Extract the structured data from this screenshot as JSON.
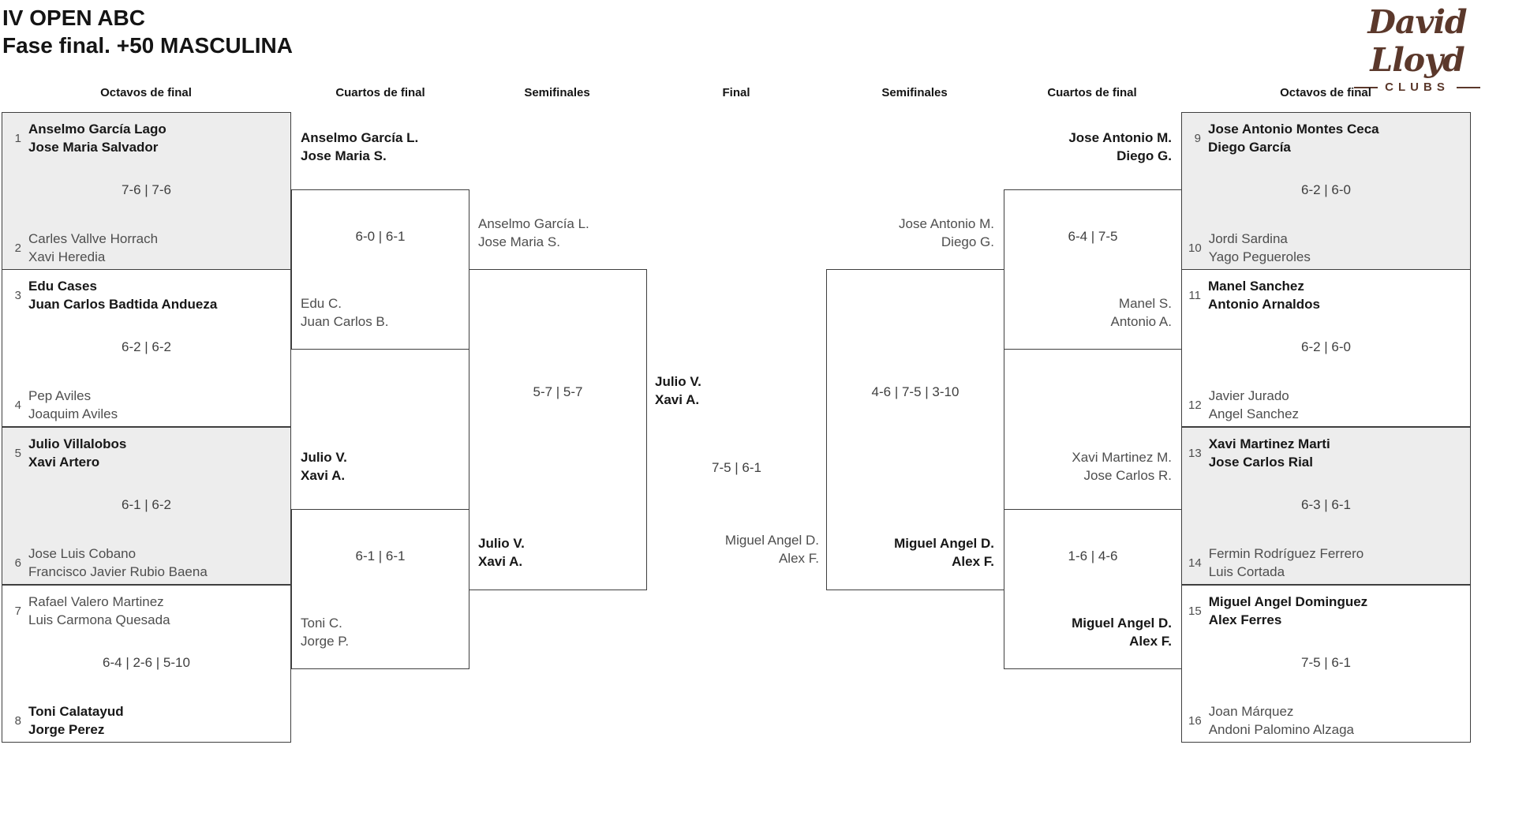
{
  "header": {
    "title_line1": "IV OPEN ABC",
    "title_line2": "Fase final. +50 MASCULINA"
  },
  "logo": {
    "name": "David Lloyd",
    "tagline": "CLUBS",
    "color": "#5b382b"
  },
  "colors": {
    "accent_brown": "#5b382b",
    "box_fill_gray": "#ededed",
    "box_border": "#3f3f3f",
    "winner_text": "#171717",
    "loser_text": "#4e4e4e"
  },
  "round_headers": [
    "Octavos de final",
    "Cuartos de final",
    "Semifinales",
    "Final",
    "Semifinales",
    "Cuartos de final",
    "Octavos de final"
  ],
  "octavos_left": [
    {
      "seed_top": "1",
      "top": [
        "Anselmo García Lago",
        "Jose Maria Salvador"
      ],
      "score": "7-6 | 7-6",
      "seed_bottom": "2",
      "bottom": [
        "Carles Vallve Horrach",
        "Xavi Heredia"
      ]
    },
    {
      "seed_top": "3",
      "top": [
        "Edu Cases",
        "Juan Carlos Badtida Andueza"
      ],
      "score": "6-2 | 6-2",
      "seed_bottom": "4",
      "bottom": [
        "Pep Aviles",
        "Joaquim Aviles"
      ]
    },
    {
      "seed_top": "5",
      "top": [
        "Julio Villalobos",
        "Xavi Artero"
      ],
      "score": "6-1 | 6-2",
      "seed_bottom": "6",
      "bottom": [
        "Jose Luis Cobano",
        "Francisco Javier Rubio Baena"
      ]
    },
    {
      "seed_top": "7",
      "top": [
        "Rafael Valero Martinez",
        "Luis Carmona Quesada"
      ],
      "score": "6-4 | 2-6 | 5-10",
      "seed_bottom": "8",
      "bottom": [
        "Toni Calatayud",
        "Jorge Perez"
      ]
    }
  ],
  "cuartos_left": [
    {
      "top": [
        "Anselmo García L.",
        "Jose Maria S."
      ],
      "score": "6-0 | 6-1",
      "bottom": [
        "Edu C.",
        "Juan Carlos B."
      ]
    },
    {
      "top": [
        "Julio V.",
        "Xavi A."
      ],
      "score": "6-1 | 6-1",
      "bottom": [
        "Toni C.",
        "Jorge P."
      ]
    }
  ],
  "semifinal_left": {
    "top": [
      "Anselmo García L.",
      "Jose Maria S."
    ],
    "score": "5-7 | 5-7",
    "bottom": [
      "Julio V.",
      "Xavi A."
    ]
  },
  "final": {
    "left": [
      "Julio V.",
      "Xavi A."
    ],
    "score": "7-5 | 6-1",
    "right": [
      "Miguel Angel D.",
      "Alex F."
    ]
  },
  "semifinal_right": {
    "top": [
      "Jose Antonio M.",
      "Diego G."
    ],
    "score": "4-6 | 7-5 | 3-10",
    "bottom": [
      "Miguel Angel D.",
      "Alex F."
    ]
  },
  "cuartos_right": [
    {
      "top": [
        "Jose Antonio M.",
        "Diego G."
      ],
      "score": "6-4 | 7-5",
      "bottom": [
        "Manel S.",
        "Antonio A."
      ]
    },
    {
      "top": [
        "Xavi Martinez M.",
        "Jose Carlos R."
      ],
      "score": "1-6 | 4-6",
      "bottom": [
        "Miguel Angel D.",
        "Alex F."
      ]
    }
  ],
  "octavos_right": [
    {
      "seed_top": "9",
      "top": [
        "Jose Antonio Montes Ceca",
        "Diego García"
      ],
      "score": "6-2 | 6-0",
      "seed_bottom": "10",
      "bottom": [
        "Jordi Sardina",
        "Yago Pegueroles"
      ]
    },
    {
      "seed_top": "11",
      "top": [
        "Manel Sanchez",
        "Antonio Arnaldos"
      ],
      "score": "6-2 | 6-0",
      "seed_bottom": "12",
      "bottom": [
        "Javier Jurado",
        "Angel Sanchez"
      ]
    },
    {
      "seed_top": "13",
      "top": [
        "Xavi Martinez Marti",
        "Jose Carlos Rial"
      ],
      "score": "6-3 | 6-1",
      "seed_bottom": "14",
      "bottom": [
        "Fermin Rodríguez Ferrero",
        "Luis Cortada"
      ]
    },
    {
      "seed_top": "15",
      "top": [
        "Miguel Angel Dominguez",
        "Alex Ferres"
      ],
      "score": "7-5 | 6-1",
      "seed_bottom": "16",
      "bottom": [
        "Joan Márquez",
        "Andoni Palomino Alzaga"
      ]
    }
  ]
}
